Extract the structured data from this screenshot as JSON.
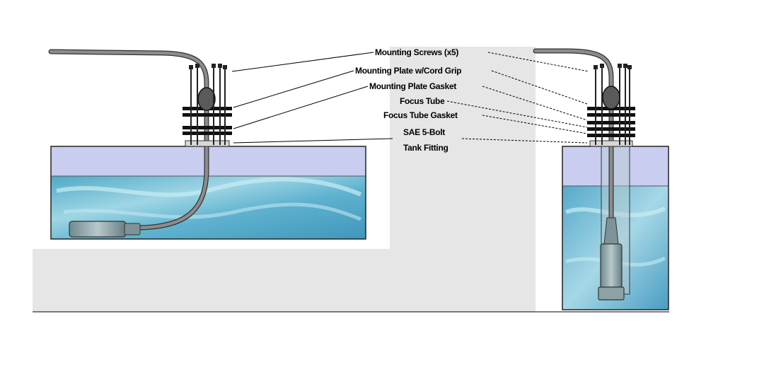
{
  "labels": {
    "mounting_screws": "Mounting Screws (x5)",
    "mounting_plate": "Mounting Plate w/Cord Grip",
    "mounting_plate_gasket": "Mounting Plate Gasket",
    "focus_tube": "Focus Tube",
    "focus_tube_gasket": "Focus Tube Gasket",
    "sae_bolt_line1": "SAE 5-Bolt",
    "sae_bolt_line2": "Tank Fitting"
  },
  "colors": {
    "background_panel": "#e6e6e6",
    "tank_air": "#c9cdf0",
    "tank_water": "#6fb6d2",
    "cable": "#7f7f7f",
    "hardware": "#222222",
    "leader_line": "#000000"
  }
}
